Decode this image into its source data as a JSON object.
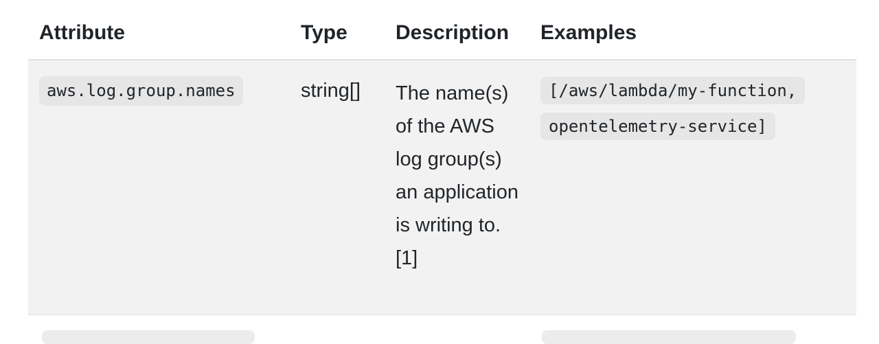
{
  "table": {
    "headers": {
      "attribute": "Attribute",
      "type": "Type",
      "description": "Description",
      "examples": "Examples"
    },
    "rows": [
      {
        "attribute": "aws.log.group.names",
        "type": "string[]",
        "description": "The name(s) of the AWS log group(s) an application is writing to. [1]",
        "examples": "[/aws/lambda/my-function, opentelemetry-service]"
      }
    ]
  },
  "colors": {
    "row_background": "#f2f2f2",
    "code_background": "#e6e6e6",
    "text": "#212529"
  }
}
